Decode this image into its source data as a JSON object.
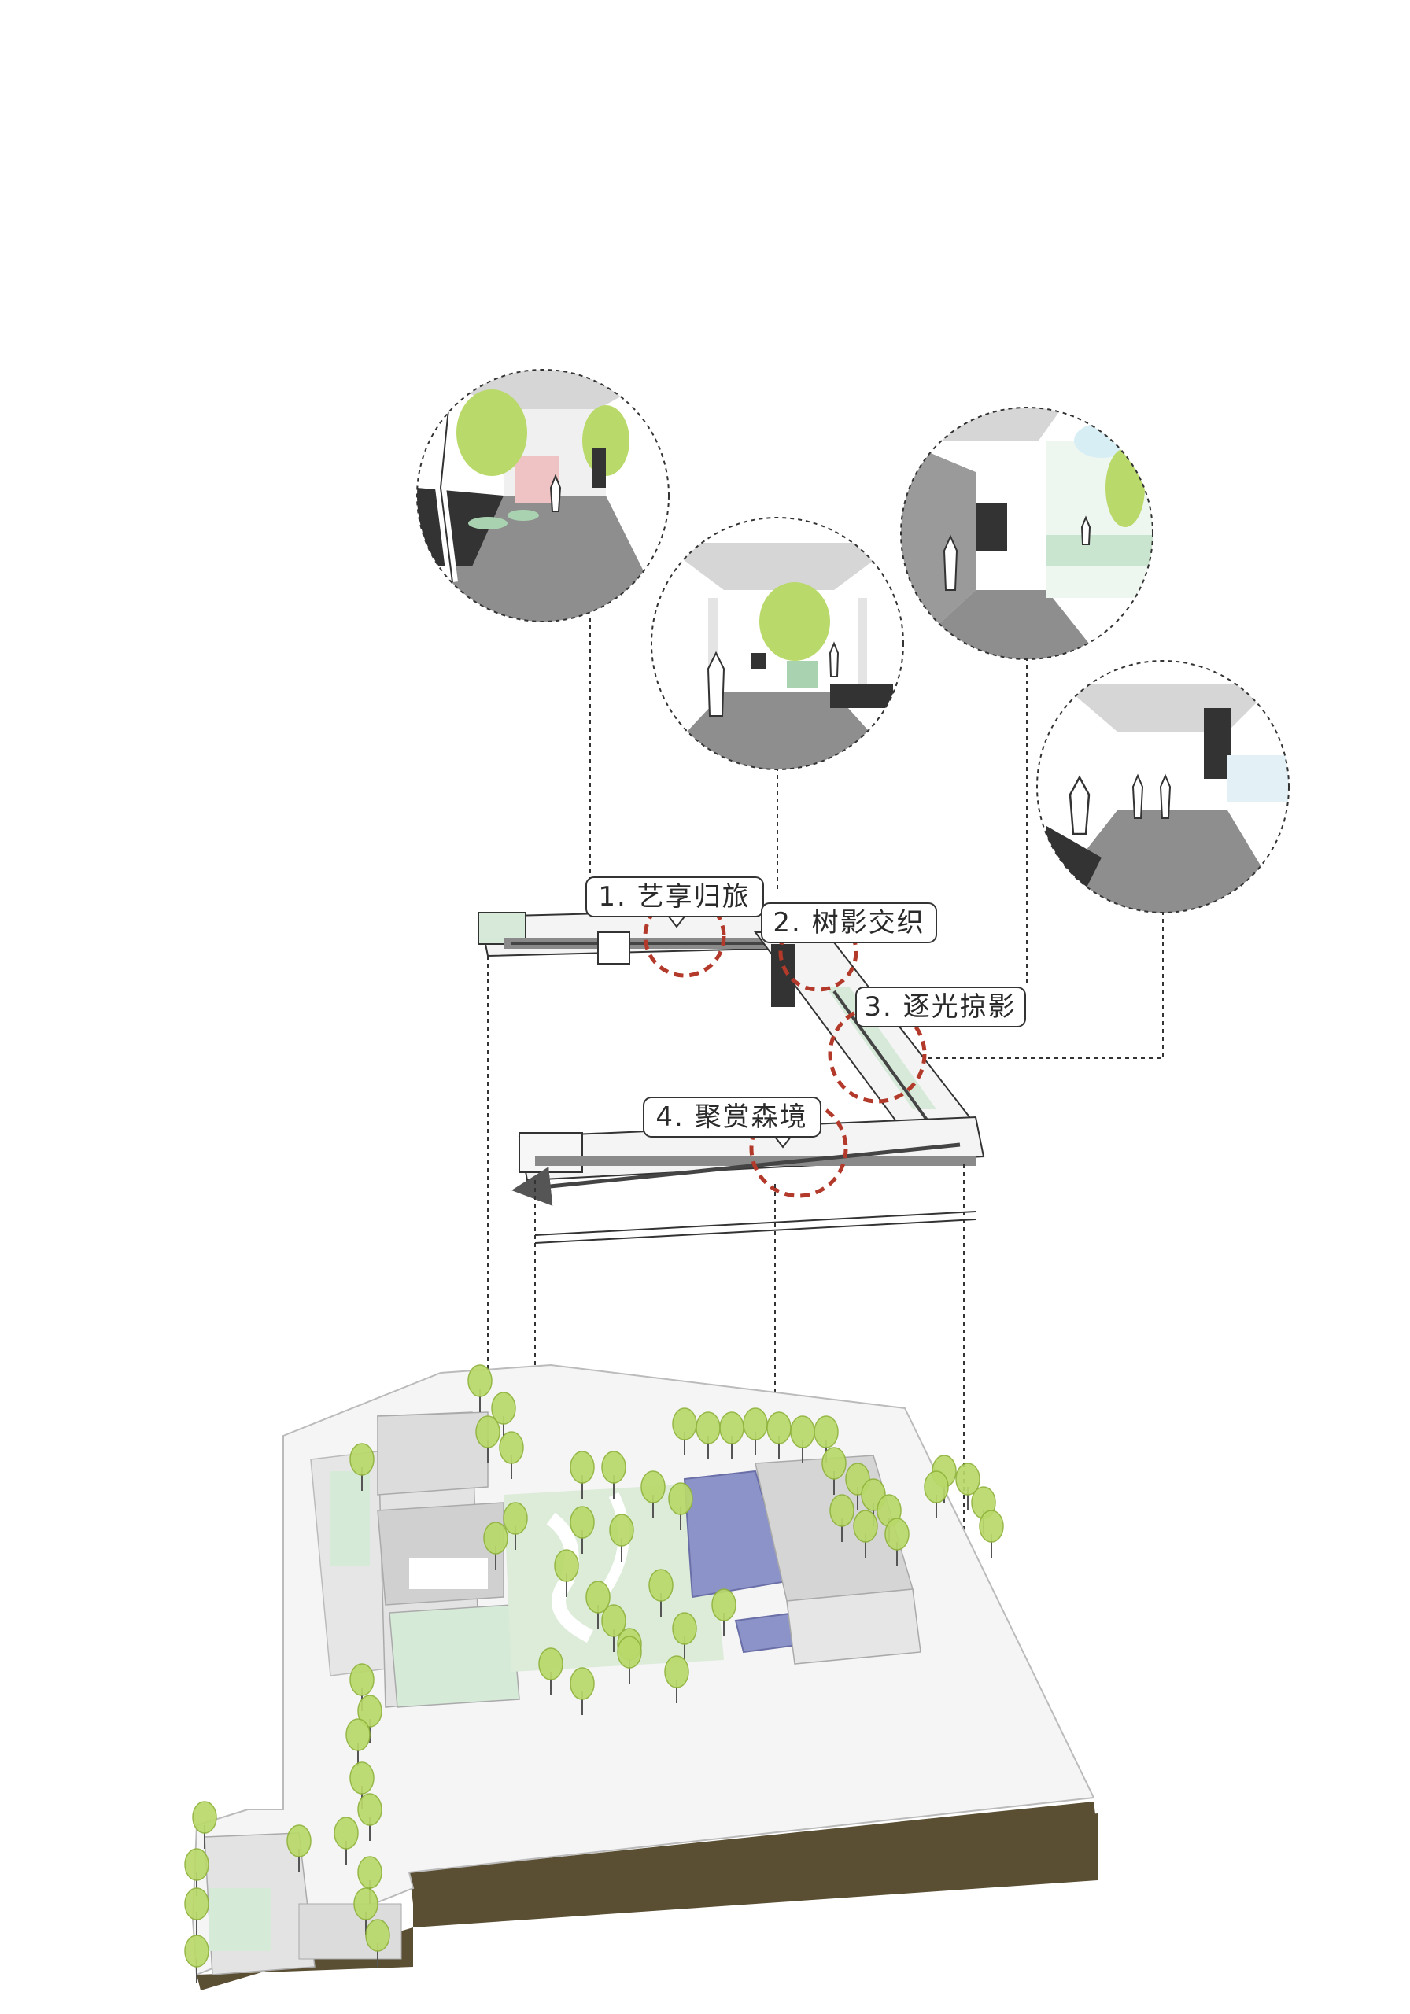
{
  "labels": [
    {
      "id": "zone-1",
      "text": "1. 艺享归旅"
    },
    {
      "id": "zone-2",
      "text": "2. 树影交织"
    },
    {
      "id": "zone-3",
      "text": "3. 逐光掠影"
    },
    {
      "id": "zone-4",
      "text": "4. 聚赏森境"
    }
  ],
  "colors": {
    "tree": "#b9d96a",
    "tree_dark": "#8fb33a",
    "water": "#8c93c8",
    "green_area": "#d6ead8",
    "soil": "#5a4e33",
    "highlight_circle": "#b33a2a",
    "gray_dark": "#7d7d7d",
    "gray_light": "#d9d9d9"
  }
}
